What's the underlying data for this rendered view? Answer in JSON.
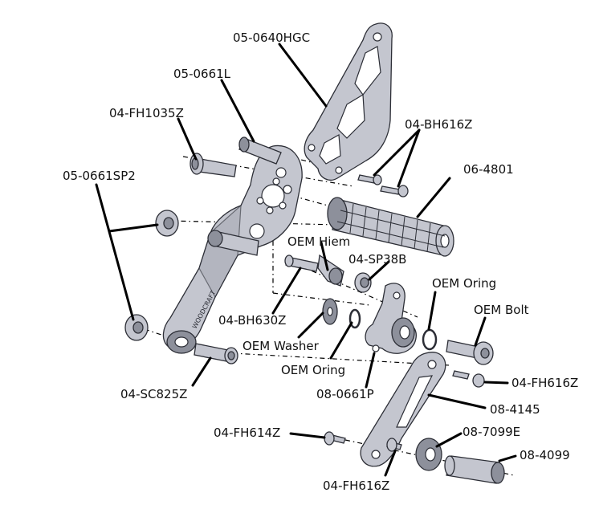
{
  "labels": {
    "p_05_0640HGC": "05-0640HGC",
    "p_05_0661L": "05-0661L",
    "p_04_FH1035Z": "04-FH1035Z",
    "p_04_BH616Z": "04-BH616Z",
    "p_06_4801": "06-4801",
    "p_05_0661SP2": "05-0661SP2",
    "p_OEM_Hiem": "OEM Hiem",
    "p_04_SP38B": "04-SP38B",
    "p_OEM_Oring_top": "OEM Oring",
    "p_OEM_Bolt": "OEM Bolt",
    "p_04_BH630Z": "04-BH630Z",
    "p_OEM_Washer": "OEM Washer",
    "p_OEM_Oring_bottom": "OEM Oring",
    "p_04_FH616Z_right": "04-FH616Z",
    "p_08_0661P": "08-0661P",
    "p_04_SC825Z": "04-SC825Z",
    "p_08_4145": "08-4145",
    "p_04_FH614Z": "04-FH614Z",
    "p_08_7099E": "08-7099E",
    "p_08_4099": "08-4099",
    "p_04_FH616Z_bottom": "04-FH616Z"
  },
  "part_text": {
    "bracket_engraving": "WOODCRAFT"
  },
  "colors": {
    "metal": "#c4c6cf",
    "metal_dark": "#8d909b",
    "outline": "#2c2e36",
    "leader": "#000000",
    "background": "#ffffff"
  }
}
